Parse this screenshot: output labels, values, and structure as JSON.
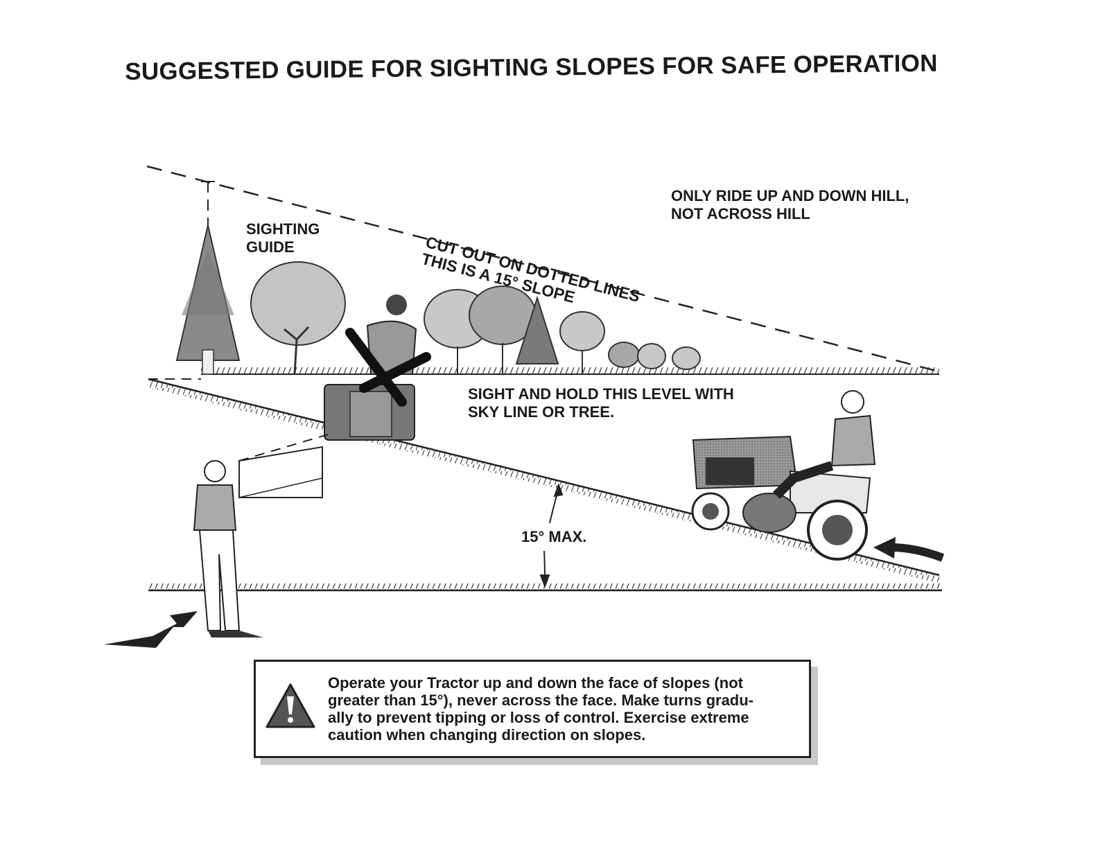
{
  "title": "SUGGESTED GUIDE FOR SIGHTING SLOPES FOR SAFE OPERATION",
  "labels": {
    "sighting_guide_line1": "SIGHTING",
    "sighting_guide_line2": "GUIDE",
    "cut_out": "CUT OUT ON DOTTED LINES",
    "slope_15": "THIS IS A 15° SLOPE",
    "ride_note_line1": "ONLY RIDE UP AND DOWN HILL,",
    "ride_note_line2": "NOT ACROSS HILL",
    "sight_hold_line1": "SIGHT AND HOLD THIS LEVEL WITH",
    "sight_hold_line2": "SKY LINE OR TREE.",
    "max_angle": "15° MAX."
  },
  "warning": {
    "icon": "warning-triangle-icon",
    "line1": "Operate your Tractor up and down the face of slopes (not",
    "line2": "greater than 15°), never across the face. Make turns gradu-",
    "line3": "ally to prevent tipping or loss of control. Exercise extreme",
    "line4": "caution when changing direction on slopes."
  },
  "colors": {
    "ink": "#1a1a1a",
    "tree_fill": "#8a8a8a",
    "foliage_fill": "#b5b5b5",
    "shadow": "#c8c8c8"
  }
}
